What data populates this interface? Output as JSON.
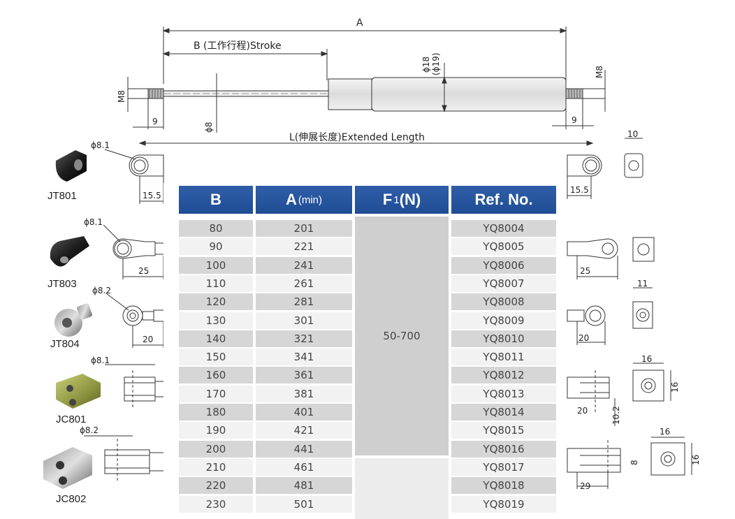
{
  "drawing": {
    "dim_A": "A",
    "dim_B": "B (工作行程)Stroke",
    "dim_L": "L(伸展长度)Extended Length",
    "dia_body": "ϕ18",
    "dia_body_alt": "(ϕ19)",
    "dia_rod": "ϕ8",
    "thread_left": "M8",
    "thread_right": "M8",
    "thread_len_left": "9",
    "thread_len_right": "9"
  },
  "fittings_left": [
    {
      "name": "JT801",
      "dia": "ϕ8.1",
      "dim": "15.5"
    },
    {
      "name": "JT803",
      "dia": "ϕ8.1",
      "dim": "25"
    },
    {
      "name": "JT804",
      "dia": "ϕ8.2",
      "dim": "20"
    },
    {
      "name": "JC801",
      "dia": "ϕ8.1",
      "dim": ""
    },
    {
      "name": "JC802",
      "dia": "ϕ8.2",
      "dim": ""
    }
  ],
  "fittings_right": {
    "jt801": {
      "dim_len": "15.5",
      "dim_width": "10"
    },
    "jt803": {
      "dim_len": "25"
    },
    "jt804": {
      "dim_len": "20",
      "dim_width": "11"
    },
    "jc801": {
      "dim_len": "20",
      "dim_h": "10.2",
      "dim_w": "16",
      "dim_side": "16"
    },
    "jc802": {
      "dim_len": "29",
      "dim_h": "8",
      "dim_w": "16",
      "dim_side": "16"
    }
  },
  "table": {
    "headers": {
      "b": "B",
      "a": "A",
      "a_sub": "(min)",
      "f": "F",
      "f_sub": "1",
      "f_unit": "(N)",
      "ref": "Ref. No."
    },
    "force": "50-700",
    "rows": [
      {
        "b": "80",
        "a": "201",
        "ref": "YQ8004"
      },
      {
        "b": "90",
        "a": "221",
        "ref": "YQ8005"
      },
      {
        "b": "100",
        "a": "241",
        "ref": "YQ8006"
      },
      {
        "b": "110",
        "a": "261",
        "ref": "YQ8007"
      },
      {
        "b": "120",
        "a": "281",
        "ref": "YQ8008"
      },
      {
        "b": "130",
        "a": "301",
        "ref": "YQ8009"
      },
      {
        "b": "140",
        "a": "321",
        "ref": "YQ8010"
      },
      {
        "b": "150",
        "a": "341",
        "ref": "YQ8011"
      },
      {
        "b": "160",
        "a": "361",
        "ref": "YQ8012"
      },
      {
        "b": "170",
        "a": "381",
        "ref": "YQ8013"
      },
      {
        "b": "180",
        "a": "401",
        "ref": "YQ8014"
      },
      {
        "b": "190",
        "a": "421",
        "ref": "YQ8015"
      },
      {
        "b": "200",
        "a": "441",
        "ref": "YQ8016"
      },
      {
        "b": "210",
        "a": "461",
        "ref": "YQ8017"
      },
      {
        "b": "220",
        "a": "481",
        "ref": "YQ8018"
      },
      {
        "b": "230",
        "a": "501",
        "ref": "YQ8019"
      }
    ]
  },
  "colors": {
    "header": "#2358a6",
    "row_dark": "#d6d6d6",
    "row_light": "#f2f2f2",
    "force_cell": "#cfcfcf"
  }
}
